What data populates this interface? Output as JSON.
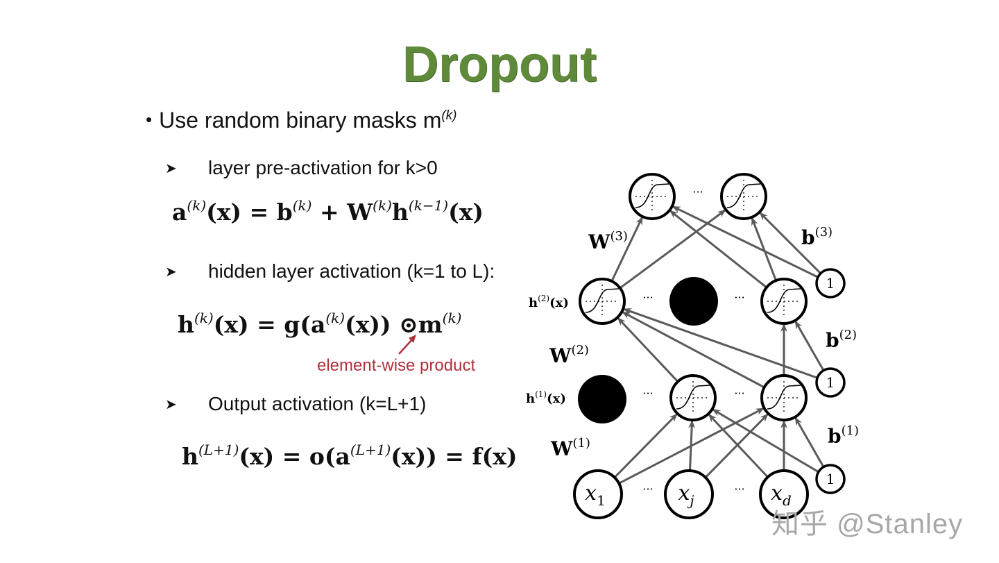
{
  "slide": {
    "title": "Dropout",
    "title_color": "#5f8a3a",
    "bullet": {
      "icon": "bullet-dot",
      "text": "Use random binary masks m",
      "superscript": "(k)"
    },
    "sections": [
      {
        "icon": "arrowhead-bullet",
        "heading": "layer pre-activation for k>0",
        "equation": {
          "parts": [
            "a",
            "(k)",
            "(x) = b",
            "(k)",
            " + W",
            "(k)",
            "h",
            "(k−1)",
            "(x)"
          ],
          "text": "a^(k)(x) = b^(k) + W^(k) h^(k-1)(x)"
        }
      },
      {
        "icon": "arrowhead-bullet",
        "heading": "hidden layer activation (k=1 to L):",
        "equation": {
          "parts": [
            "h",
            "(k)",
            "(x) = g(a",
            "(k)",
            "(x)) ⊙m",
            "(k)"
          ],
          "text": "h^(k)(x) = g(a^(k)(x)) ⊙ m^(k)"
        },
        "annotation": {
          "text": "element-wise product",
          "color": "#b03039"
        }
      },
      {
        "icon": "arrowhead-bullet",
        "heading": "Output activation (k=L+1)",
        "equation": {
          "parts": [
            "h",
            "(L+1)",
            "(x) = o(a",
            "(L+1)",
            "(x)) = f(x)"
          ],
          "text": "h^(L+1)(x) = o(a^(L+1)(x)) = f(x)"
        }
      }
    ],
    "diagram": {
      "ellipsis": "···",
      "bias_label": "1",
      "layer_labels": {
        "h2": {
          "base": "h",
          "sup": "(2)",
          "tail": "(x)"
        },
        "h1": {
          "base": "h",
          "sup": "(1)",
          "tail": "(x)"
        }
      },
      "weight_labels": [
        {
          "base": "W",
          "sup": "(3)"
        },
        {
          "base": "W",
          "sup": "(2)"
        },
        {
          "base": "W",
          "sup": "(1)"
        }
      ],
      "bias_labels": [
        {
          "base": "b",
          "sup": "(3)"
        },
        {
          "base": "b",
          "sup": "(2)"
        },
        {
          "base": "b",
          "sup": "(1)"
        }
      ],
      "inputs": [
        {
          "base": "x",
          "sub": "1"
        },
        {
          "base": "x",
          "sub": "j"
        },
        {
          "base": "x",
          "sub": "d"
        }
      ],
      "dropped_units": [
        "h2-middle",
        "h1-first"
      ],
      "edge_color": "#5a5a5a",
      "dropped_color": "#000000"
    },
    "watermark": "知乎 @Stanley"
  }
}
